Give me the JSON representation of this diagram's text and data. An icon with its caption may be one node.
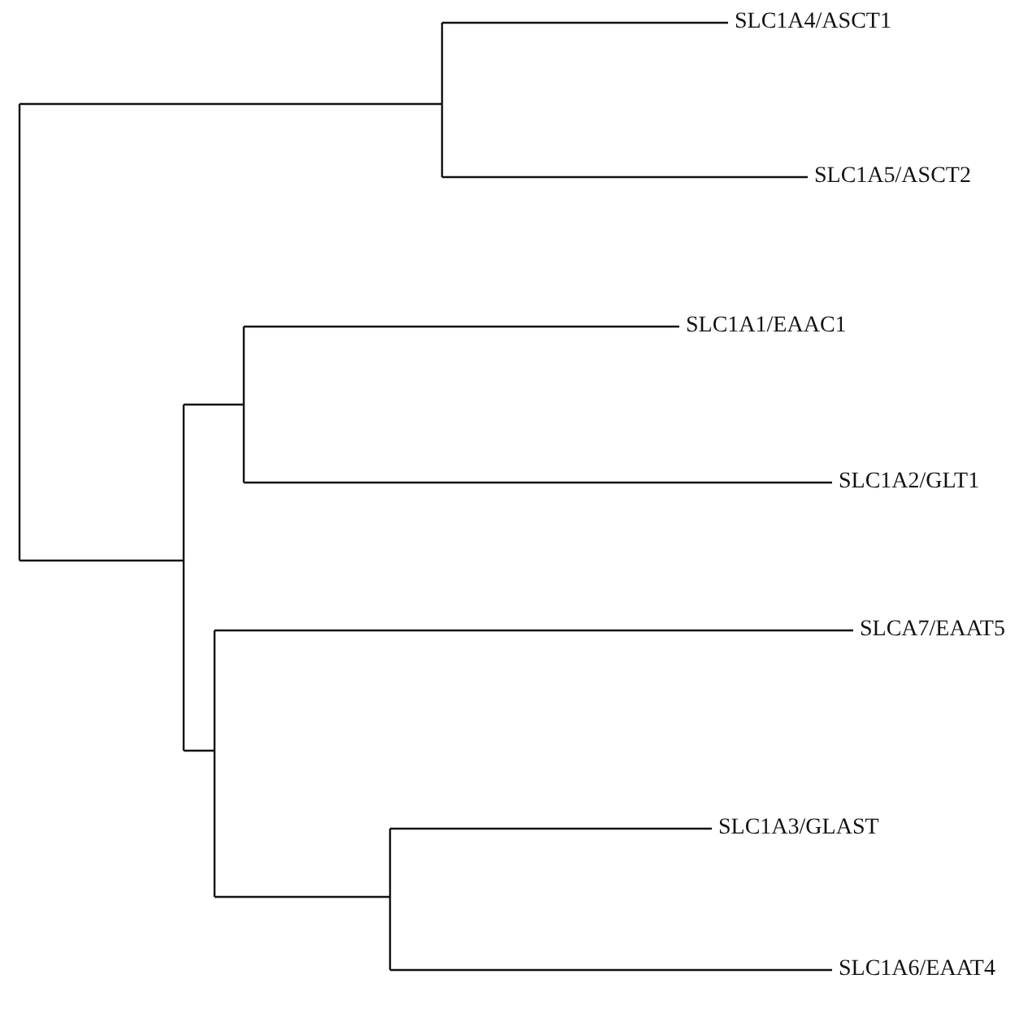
{
  "diagram": {
    "labels": [
      "SLC1A4/ASCT1",
      "SLC1A5/ASCT2",
      "SLC1A1/EAAC1",
      "SLC1A2/GLT1",
      "SLCA7/EAAT5",
      "SLC1A3/GLAST",
      "SLC1A6/EAAT4"
    ]
  }
}
